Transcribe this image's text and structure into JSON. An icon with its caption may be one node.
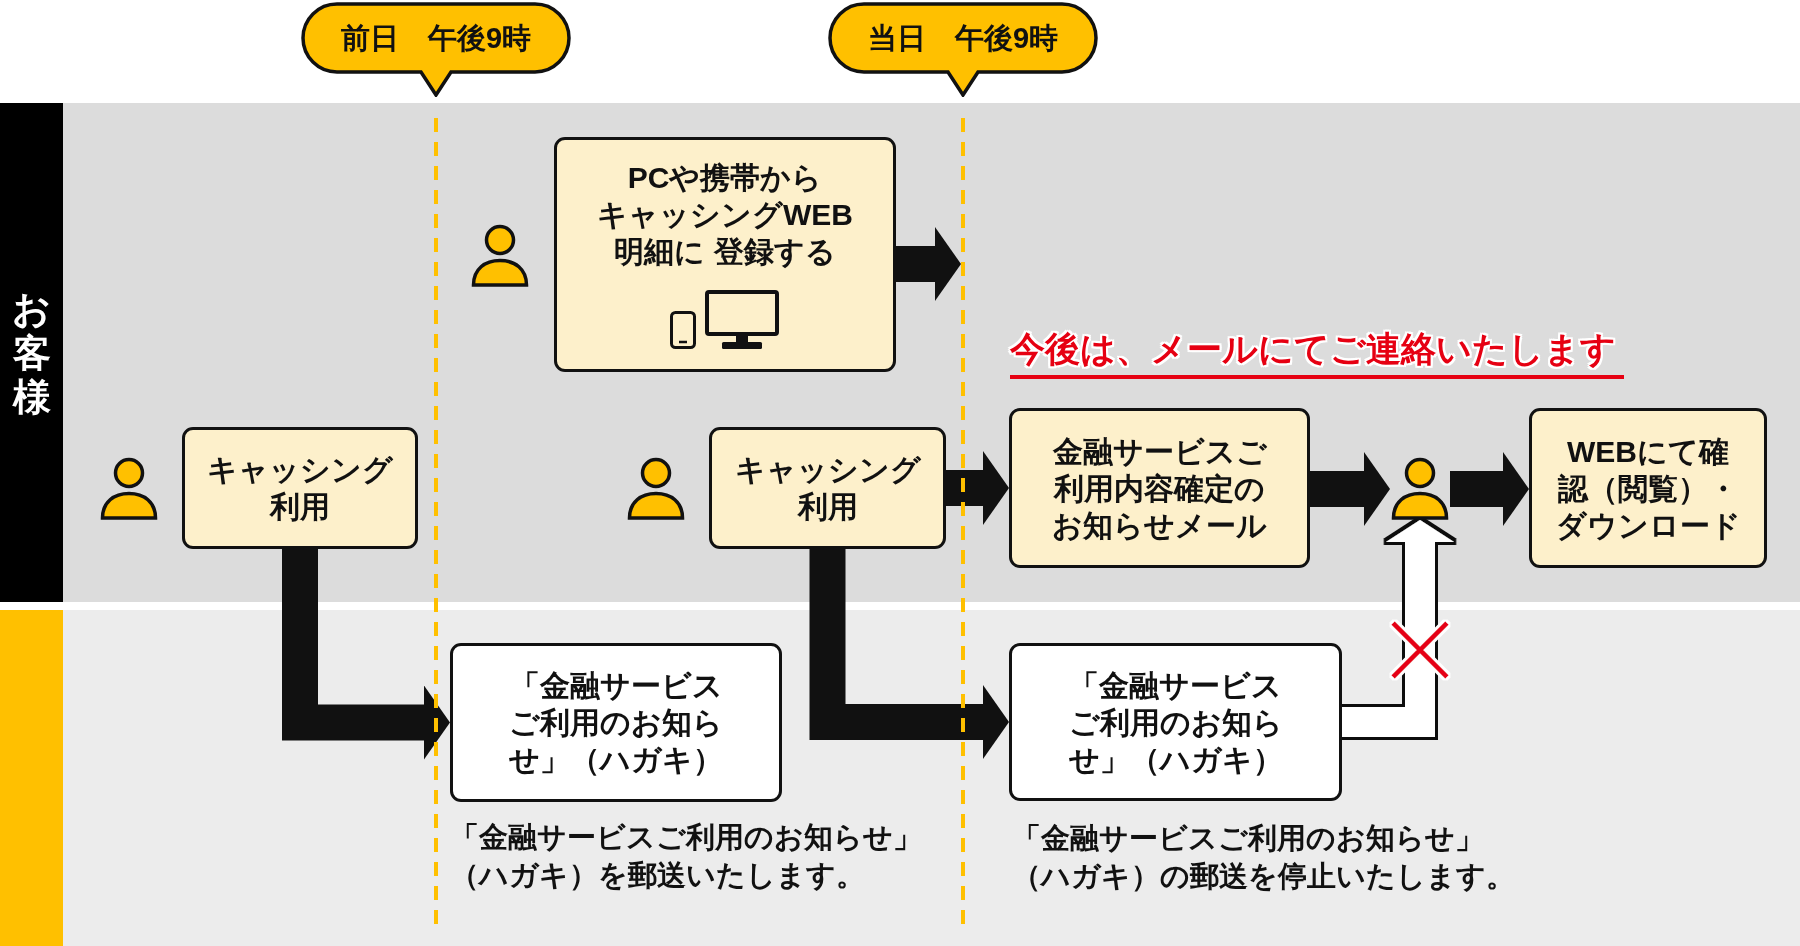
{
  "diagram": {
    "nodes": [
      {
        "text": [
          "前日　午後9時"
        ]
      },
      {
        "text": [
          "当日　午後9時"
        ]
      },
      {
        "text": [
          "お客様"
        ]
      },
      {
        "text": [
          "PCや携帯からキャッシングWEB明細に 登録する"
        ],
        "in": 2
      },
      {
        "text": [
          "キャッシング利用"
        ],
        "in": 2
      },
      {
        "text": [
          "キャッシング利用"
        ],
        "in": 2
      },
      {
        "text": [
          "金融サービスご利用内容確定のお知らせメール"
        ],
        "in": 2
      },
      {
        "text": [],
        "shape": "person",
        "in": 2
      },
      {
        "text": [
          "WEBにて確認（閲覧）・ダウンロード"
        ],
        "in": 2
      },
      {
        "text": [],
        "shape": "band"
      },
      {
        "text": [
          "「金融サービスご利用のお知らせ」（ハガキ）"
        ],
        "in": 9,
        "beside": [
          "「金融サービスご利用のお知らせ」（ハガキ）を郵送いたします。"
        ]
      },
      {
        "text": [
          "「金融サービスご利用のお知らせ」（ハガキ）"
        ],
        "in": 9,
        "beside": [
          "「金融サービスご利用のお知らせ」（ハガキ）の郵送を**停止**いたします。"
        ]
      },
      {
        "text": [],
        "shape": "line",
        "in": 2
      },
      {
        "text": [],
        "shape": "line",
        "in": 2
      }
    ],
    "edges": [
      {
        "from": 3,
        "to": 13,
        "arrow": "to"
      },
      {
        "from": 4,
        "to": 10,
        "arrow": "to"
      },
      {
        "from": 5,
        "to": 11,
        "arrow": "to"
      },
      {
        "from": 5,
        "to": 6,
        "arrow": "to"
      },
      {
        "from": 6,
        "to": 7,
        "arrow": "to"
      },
      {
        "from": 7,
        "to": 8,
        "arrow": "to"
      },
      {
        "from": 11,
        "to": 7,
        "arrow": "to",
        "color": "#ffffff"
      }
    ],
    "labels": [
      "今後は、メールにてご連絡いたします"
    ]
  }
}
